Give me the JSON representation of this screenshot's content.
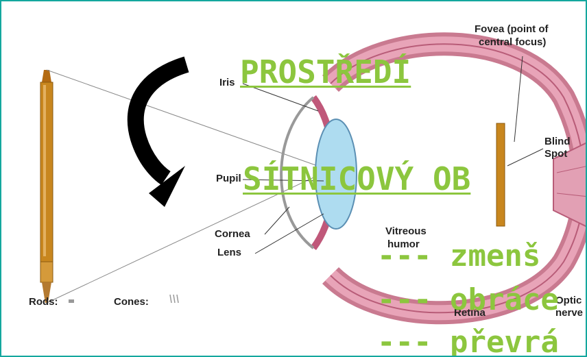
{
  "labels": {
    "fovea": "Fovea (point of",
    "fovea2": "central focus)",
    "iris": "Iris",
    "blind": "Blind",
    "blind2": "Spot",
    "pupil": "Pupil",
    "cornea": "Cornea",
    "lens": "Lens",
    "vitreous": "Vitreous",
    "vitreous2": "humor",
    "rods": "Rods:",
    "cones": "Cones:",
    "retina": "Retina",
    "optic": "Optic",
    "nerve": "nerve"
  },
  "overlay": {
    "title1": "PROSTŘEDÍ",
    "title2": "SÍTNICOVÝ OB",
    "line1": "--- zmenš",
    "line2": "--- obráce",
    "line3": "--- převrá"
  },
  "colors": {
    "overlay_text": "#8cc63e",
    "frame": "#14a79e",
    "eye_wall": "#d98aa0",
    "lens": "#aedcf0",
    "pencil": "#c8861e"
  }
}
